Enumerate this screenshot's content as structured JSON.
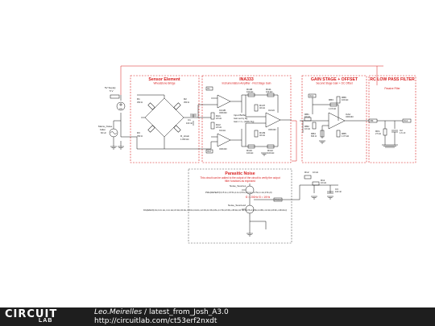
{
  "sections": {
    "sensor": {
      "title": "Sensor Element",
      "subtitle": "Wheatstone Bridge"
    },
    "ina333": {
      "title": "INA333",
      "subtitle": "Instrumentation Amplifier - First Stage Gain"
    },
    "gain": {
      "title": "GAIN STAGE + OFFSET",
      "subtitle": "Second Stage Gain + DC Offset"
    },
    "rc": {
      "title": "RC LOW PASS FILTER",
      "subtitle": "Passive Filter"
    },
    "noise": {
      "title": "Parasitic Noise",
      "note_line1": "This circuit can be added to the output of the circuit to verify the output",
      "note_line2": "filter functions as expected",
      "pwl_short": "PWL(REPEAT(0,0.5 1m,1.5 5m,1.1m,0.5m,0.5 1m,1.5 5m,1.1m,0.5m,0)",
      "pwl_long": "PWL(REPEAT(0,0.6m,0.10 1.14m,-0.11 1.14m,0.27.20m,0.33 23m,-0.18 30m,0.04.20m,-0.23 45m,0.13 35m,0.05m,-0.17 35m,0.25 65m,-0.58 30m,0.20 73m,-0.21 75m,0.32 80m,0.24 85m,-0.14 90m,0.06 95m,-0.38 100m,0)",
      "f_label": "f2 = 200Hz f3 = 1KHz",
      "noise_src": "Noise_Sources",
      "noise_src2": "Noise_Sources2"
    }
  },
  "components": {
    "supply": {
      "name": "5V Supply",
      "value": "5 V"
    },
    "src_noise": {
      "name": "Mains_Noise",
      "value": "Fallen",
      "freq": "60 Hz"
    },
    "r1": {
      "name": "R1",
      "value": "350 Ω"
    },
    "r2": {
      "name": "R2",
      "value": "350 Ω"
    },
    "r3": {
      "name": "R3",
      "value": "350 Ω"
    },
    "r_strain": {
      "name": "R_strain",
      "value": "1.050 kΩ"
    },
    "c1": {
      "name": "C1",
      "value": "100 nF"
    },
    "ra1": {
      "name": "RA1",
      "value": "22 kΩ"
    },
    "ra2": {
      "name": "RA2",
      "value": "22 kΩ"
    },
    "r108": {
      "name": "R108",
      "value": "100 kΩ"
    },
    "r111": {
      "name": "R111",
      "value": "100 kΩ"
    },
    "r107": {
      "name": "R107",
      "value": "40 kΩ"
    },
    "r109": {
      "name": "R109",
      "value": "40 kΩ"
    },
    "r110": {
      "name": "R110",
      "value": "100 kΩ"
    },
    "r112": {
      "name": "R112",
      "value": "100 kΩ"
    },
    "opa1": {
      "name": "OA1B",
      "part": "OPA333"
    },
    "opa2": {
      "name": "OA1A",
      "part": "OPA333"
    },
    "opa3": {
      "name": "OA1C",
      "part": "OPA333"
    },
    "input_buffer": "Input Buffer",
    "gain_note1": "Gain set by Rg",
    "gain_note2": "Gain = 1 + (100K/ Rg)",
    "r_b1": {
      "name": "RB1",
      "value": "10 kΩ"
    },
    "r_b2": {
      "name": "RB2",
      "value": "10 kΩ"
    },
    "r_b3": {
      "name": "RB3",
      "value": "1.15 kΩ"
    },
    "r_b4": {
      "name": "RB4",
      "value": "604 Ω"
    },
    "r_b5": {
      "name": "RB5",
      "value": "1.07 kΩ"
    },
    "r_b6": {
      "name": "RB6",
      "value": "100 kΩ"
    },
    "opa4": {
      "name": "OA2",
      "part": "OPA333"
    },
    "r_f": {
      "name": "RF1",
      "value": "27 kΩ"
    },
    "c_f": {
      "name": "C2",
      "value": "1.6 nF"
    },
    "c_n": {
      "name": "C3",
      "value": "100 nF"
    },
    "r_n": {
      "name": "R11",
      "value": "10 kΩ"
    },
    "r_n2": {
      "name": "R12",
      "value": "10 kΩ"
    },
    "net_vout": "Vout",
    "net_vnoise": "Vnoise",
    "net_vin": "Vin",
    "net_vref": "Vref",
    "net_vfilt": "Vfilt"
  },
  "footer": {
    "logo_main": "CIRCUIT",
    "logo_sub": "LAB",
    "author": "Leo.Meirelles",
    "separator": " / ",
    "title": "latest_from_Josh_A3.0",
    "url": "http://circuitlab.com/ct53erf2nxdt"
  },
  "colors": {
    "wire": "#111111",
    "section_box": "#d81b1b",
    "noise_box": "#555555",
    "footer_bg": "#1e1e1e"
  }
}
